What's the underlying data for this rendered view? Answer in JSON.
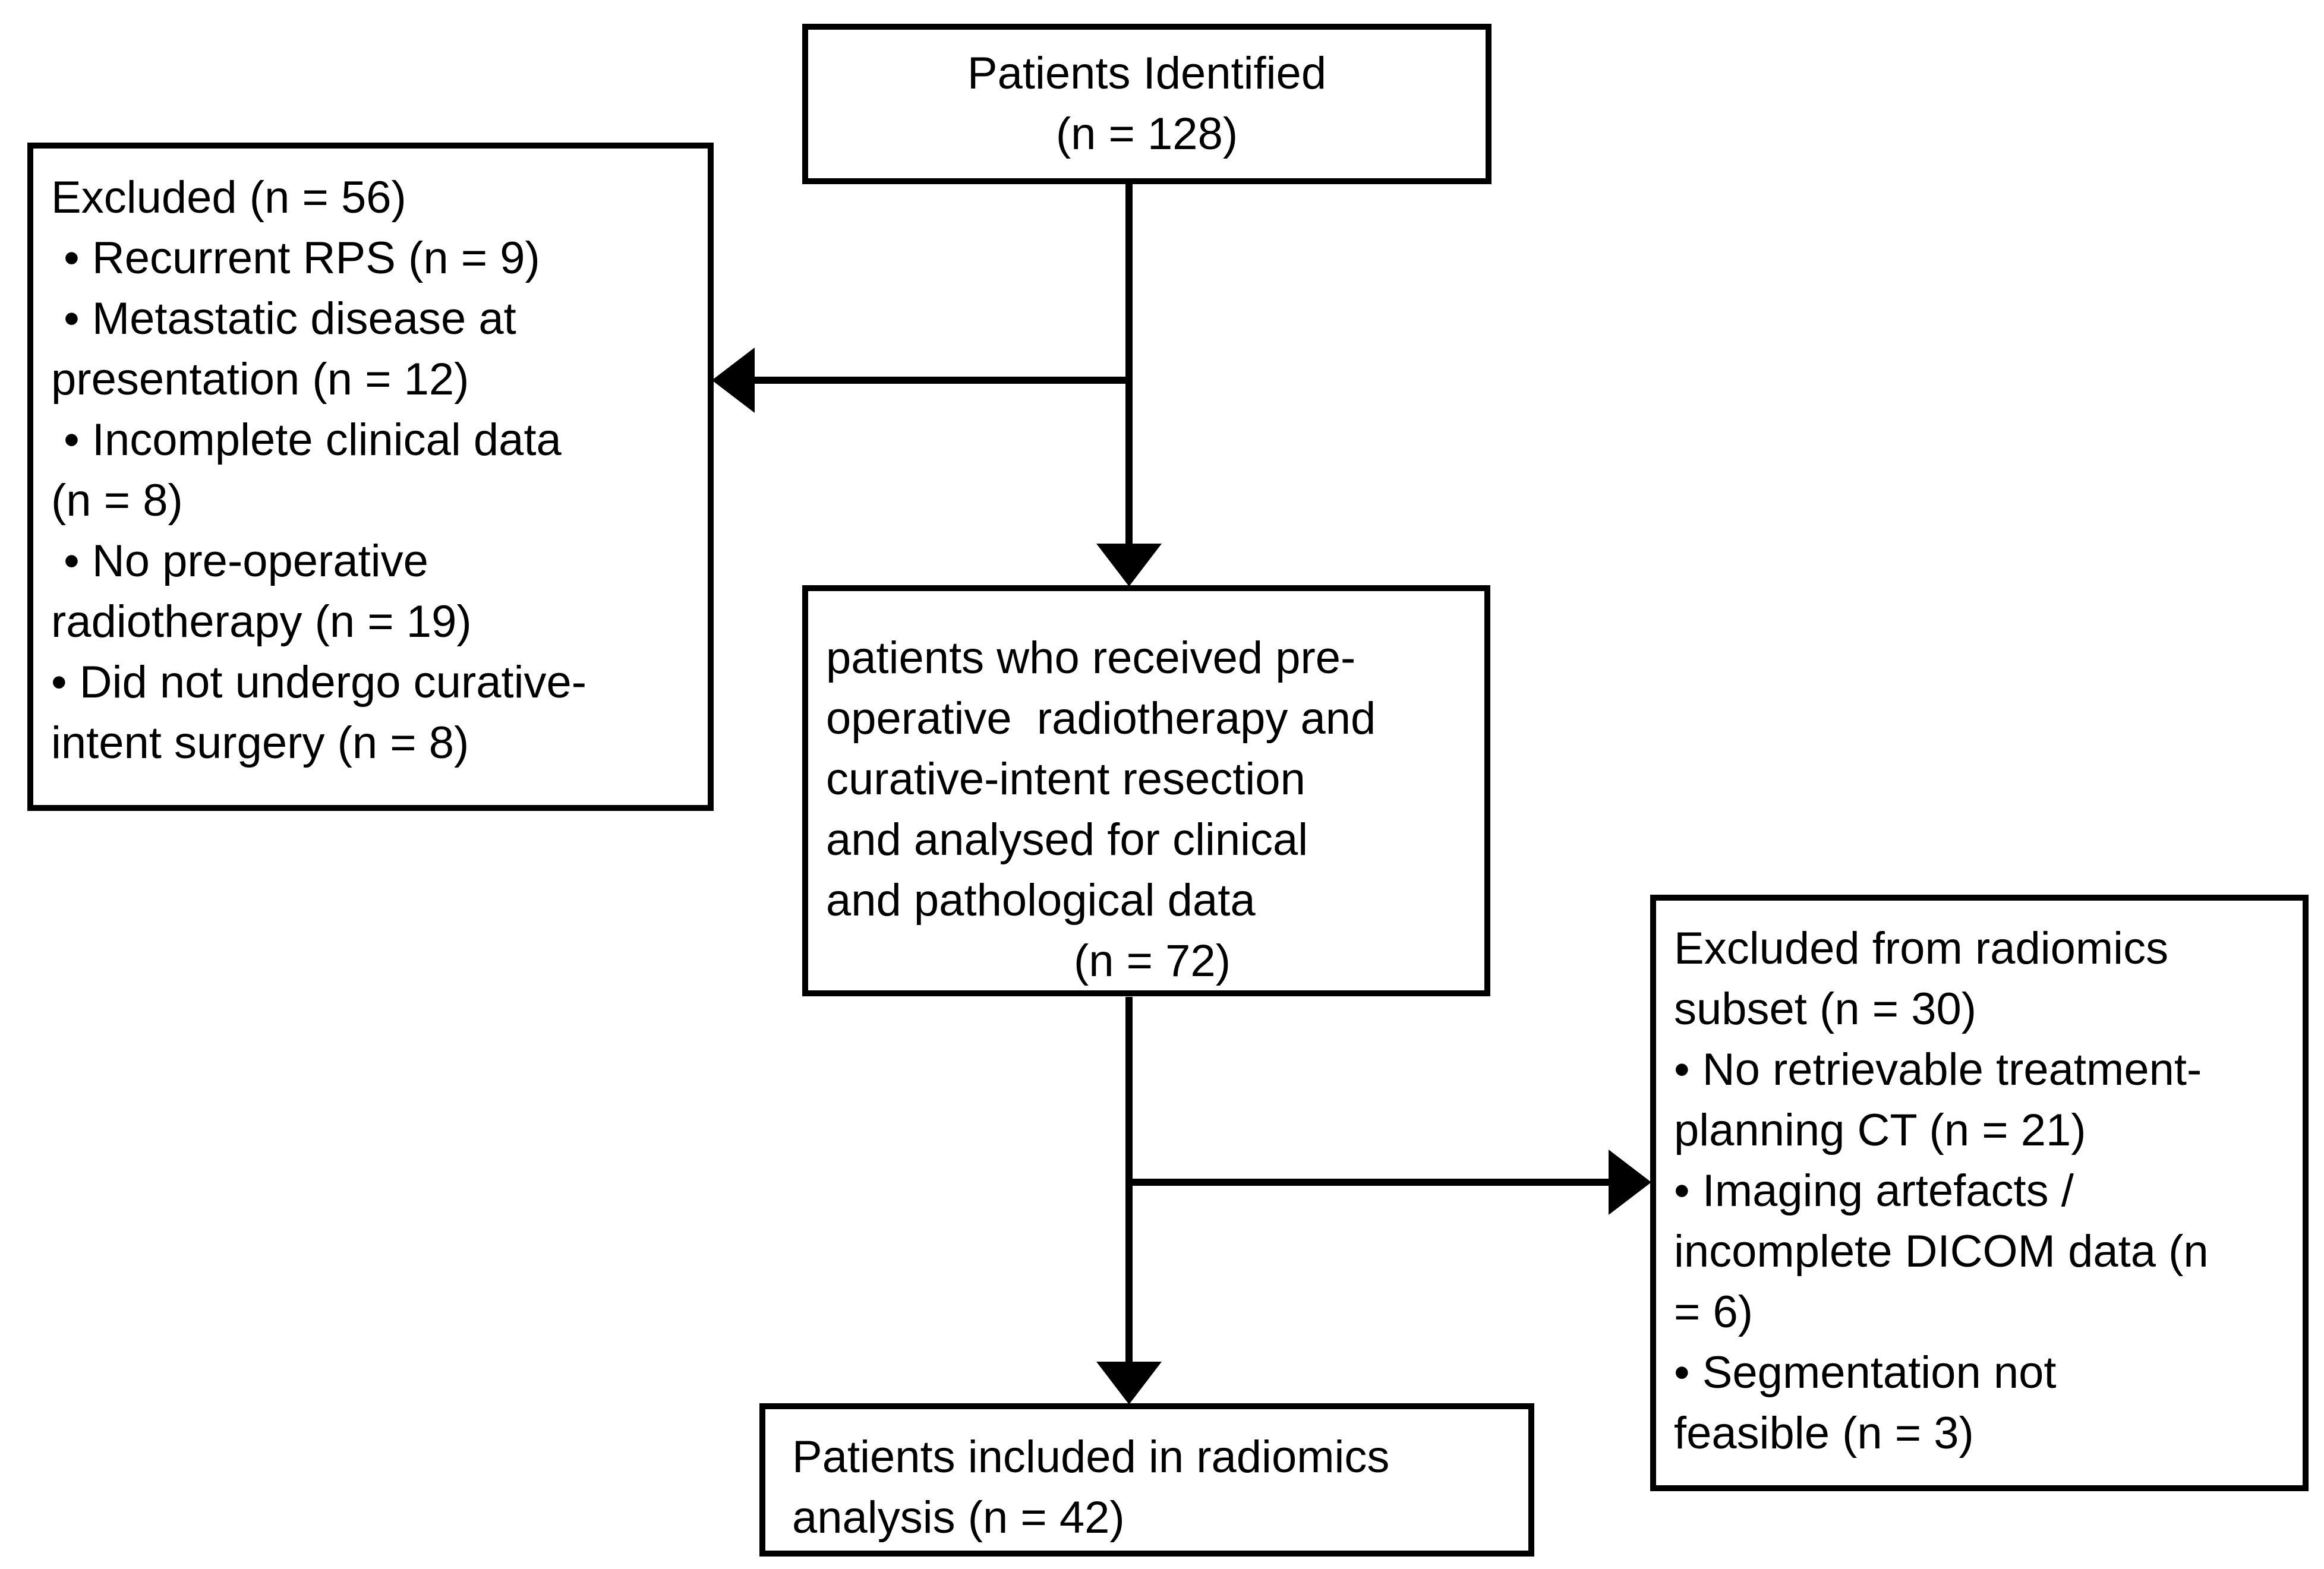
{
  "diagram": {
    "background_color": "#ffffff",
    "ink_color": "#000000"
  },
  "boxes": {
    "patients_identified": {
      "text": "Patients Identified\n(n = 128)"
    },
    "excluded_clinical": {
      "text": "Excluded (n = 56)\n • Recurrent RPS (n = 9)\n • Metastatic disease at\npresentation (n = 12)\n • Incomplete clinical data\n(n = 8)\n • No pre-operative\nradiotherapy (n = 19)\n• Did not undergo curative-\nintent surgery (n = 8)"
    },
    "clinical_cohort": {
      "text": "patients who received pre-\noperative  radiotherapy and\ncurative-intent resection\nand analysed for clinical\nand pathological data",
      "count": "(n = 72)"
    },
    "excluded_radiomics": {
      "text": "Excluded from radiomics\nsubset (n = 30)\n• No retrievable treatment-\nplanning CT (n = 21)\n• Imaging artefacts /\nincomplete DICOM data (n\n= 6)\n• Segmentation not\nfeasible (n = 3)"
    },
    "radiomics_included": {
      "text": "Patients included in radiomics\nanalysis (n = 42)"
    }
  }
}
